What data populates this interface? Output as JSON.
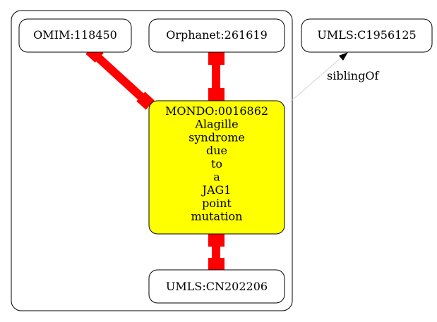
{
  "nodes": {
    "omim": {
      "label": "OMIM:118450"
    },
    "orphanet": {
      "label": "Orphanet:261619"
    },
    "umls_c": {
      "label": "UMLS:C1956125"
    },
    "mondo": {
      "label_lines": [
        "MONDO:0016862",
        "Alagille",
        "syndrome",
        "due",
        "to",
        "a",
        "JAG1",
        "point",
        "mutation"
      ],
      "fill": "#ffff00"
    },
    "umls_cn": {
      "label": "UMLS:CN202206"
    }
  },
  "edges": {
    "sibling_of": {
      "label": "siblingOf"
    }
  },
  "colors": {
    "equivalence_edge": "#ff0000",
    "sibling_edge": "#d3d3d3"
  }
}
